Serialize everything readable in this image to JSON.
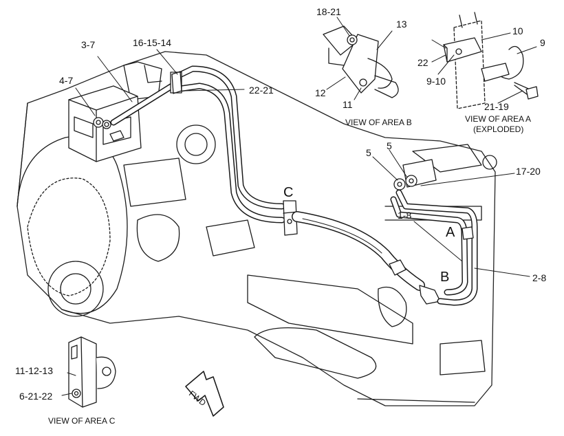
{
  "callouts": {
    "c_3_7": "3-7",
    "c_4_7": "4-7",
    "c_16_15_14": "16-15-14",
    "c_22_21": "22-21",
    "c_18_21": "18-21",
    "c_13": "13",
    "c_12": "12",
    "c_11": "11",
    "c_10": "10",
    "c_9": "9",
    "c_22": "22",
    "c_9_10": "9-10",
    "c_21_19": "21-19",
    "c_5a": "5",
    "c_5b": "5",
    "c_17_20": "17-20",
    "c_1_8": "1-8",
    "c_2_8": "2-8",
    "c_11_12_13": "11-12-13",
    "c_6_21_22": "6-21-22"
  },
  "area_letters": {
    "a": "A",
    "b": "B",
    "c": "C"
  },
  "captions": {
    "view_b": "VIEW OF AREA B",
    "view_a_line1": "VIEW OF AREA  A",
    "view_a_line2": "(EXPLODED)",
    "view_c": "VIEW OF AREA C"
  },
  "direction_arrow": {
    "label": "FWD"
  }
}
